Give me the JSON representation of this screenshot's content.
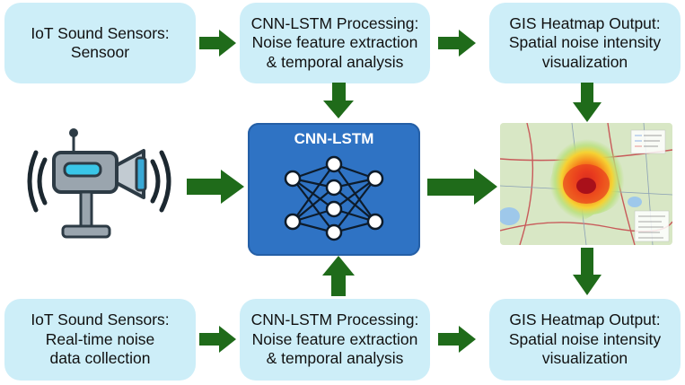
{
  "top_row": {
    "sensors": {
      "line1": "IoT Sound Sensors:",
      "line2": "Sensoor"
    },
    "processing": {
      "line1": "CNN-LSTM Processing:",
      "line2": "Noise feature extraction",
      "line3": "& temporal analysis"
    },
    "output": {
      "line1": "GIS Heatmap Output:",
      "line2": "Spatial noise intensity",
      "line3": "visualization"
    }
  },
  "center": {
    "title": "CNN-LSTM"
  },
  "bottom_row": {
    "sensors": {
      "line1": "IoT Sound Sensors:",
      "line2": "Real-time noise",
      "line3": "data collection"
    },
    "processing": {
      "line1": "CNN-LSTM Processing:",
      "line2": "Noise feature extraction",
      "line3": "& temporal analysis"
    },
    "output": {
      "line1": "GIS Heatmap Output:",
      "line2": "Spatial noise intensity",
      "line3": "visualization"
    }
  },
  "colors": {
    "box_fill": "#cdeef8",
    "center_fill": "#2f73c4",
    "arrow": "#1f6b1a"
  },
  "icons": [
    "microphone-sensor-icon",
    "neural-network-icon",
    "heatmap-map-icon"
  ]
}
